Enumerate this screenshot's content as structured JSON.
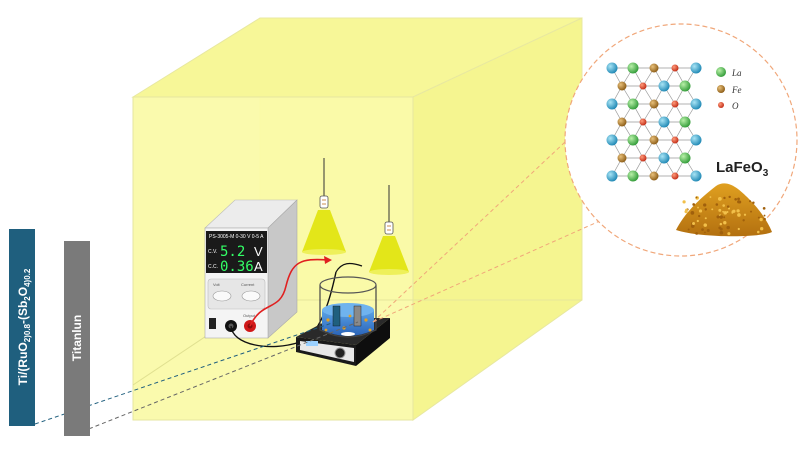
{
  "electrodes": {
    "coated_label": "Ti/(RuO2)0.8-(Sb2O4)0.2",
    "coated_color": "#1f5f7e",
    "titanium_label": "Titanlun",
    "titanium_color": "#7a7a7a"
  },
  "power_supply": {
    "model_text": "PS-3005-M 0-30 V 0-5 A",
    "cv_label": "C.V.",
    "cc_label": "C.C.",
    "voltage_value": "5.2",
    "voltage_unit": "V",
    "current_value": "0.36",
    "current_unit": "A",
    "knob_left_label": "Volt",
    "knob_right_label": "Current",
    "output_label": "Output",
    "display_color": "#33ff66"
  },
  "catalyst": {
    "formula_main": "LaFeO",
    "formula_sub": "3",
    "legend": [
      {
        "symbol": "La",
        "color": "#46b94a"
      },
      {
        "symbol": "Fe",
        "color": "#b07a1e"
      },
      {
        "symbol": "O",
        "color": "#d9472b"
      }
    ]
  },
  "colors": {
    "box_fill": "#fafa9e",
    "lamp_color": "#e3e619",
    "wire_red": "#e02020",
    "wire_black": "#111111",
    "dash_circle": "#f0a77a"
  }
}
